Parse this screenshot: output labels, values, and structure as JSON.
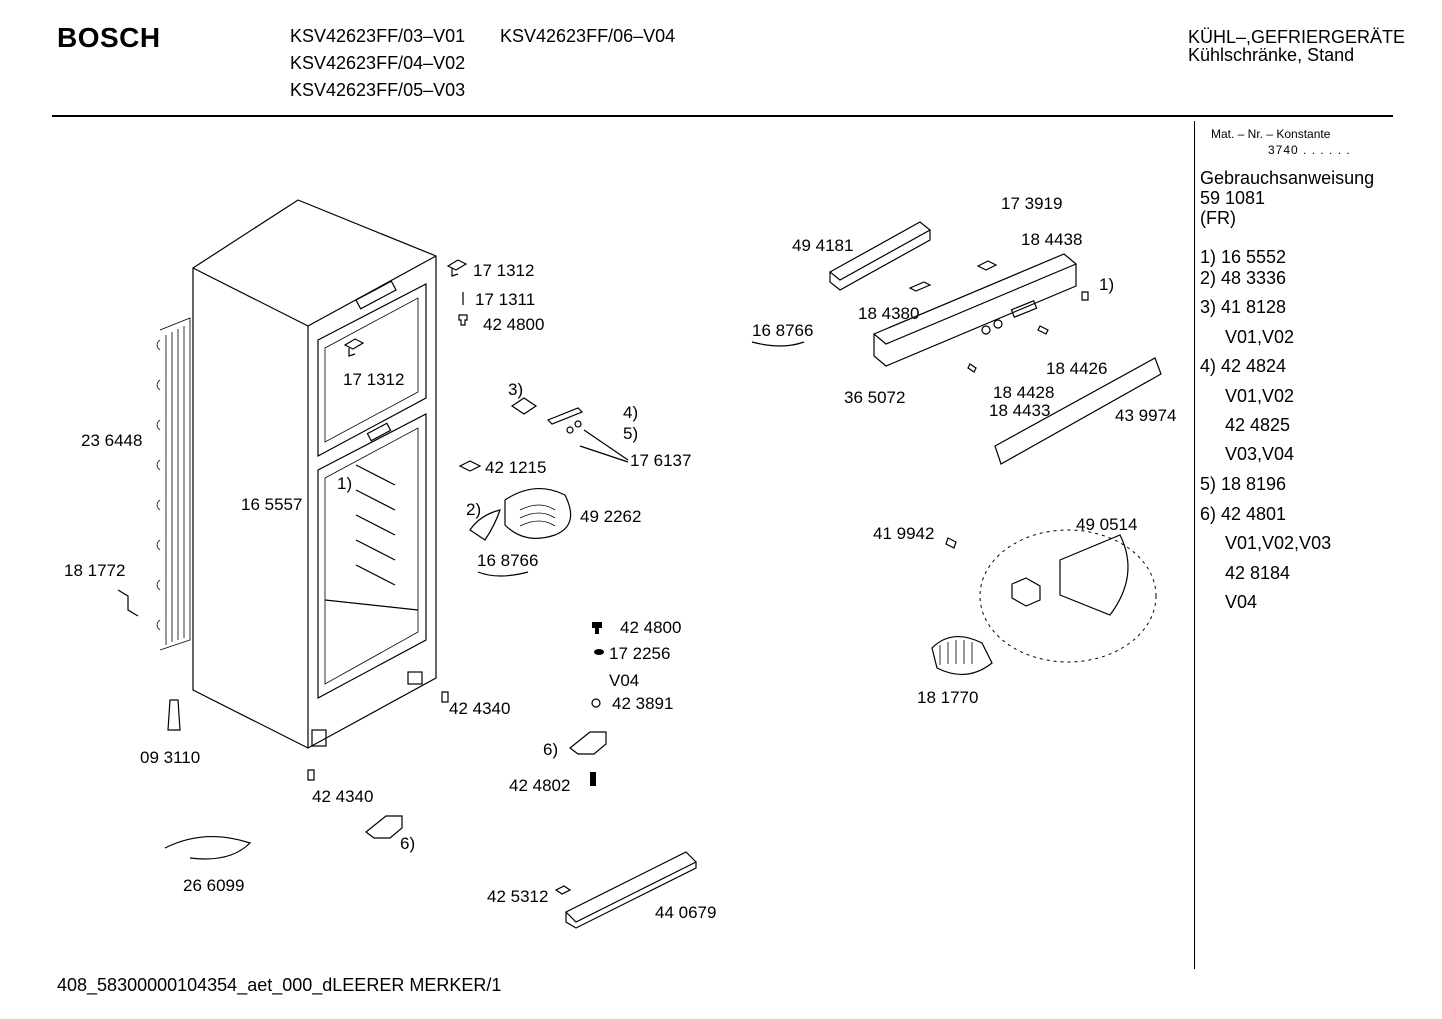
{
  "header": {
    "brand": "BOSCH",
    "models": {
      "m1": "KSV42623FF/03–V01",
      "m2": "KSV42623FF/06–V04",
      "m3": "KSV42623FF/04–V02",
      "m4": "KSV42623FF/05–V03"
    },
    "category_line1": "KÜHL–,GEFRIERGERÄTE",
    "category_line2": "Kühlschränke, Stand"
  },
  "sidebar": {
    "mat_label": "Mat. – Nr. – Konstante",
    "mat_value": "3740 . . . . . .",
    "manual_title": "Gebrauchsanweisung",
    "manual_number": "59 1081",
    "manual_lang": "(FR)",
    "items": [
      "1) 16 5552",
      "2) 48 3336",
      "3) 41 8128",
      "V01,V02",
      "4) 42 4824",
      "V01,V02",
      "42 4825",
      "V03,V04",
      "5) 18 8196",
      "6) 42 4801",
      "V01,V02,V03",
      "42 8184",
      "V04"
    ]
  },
  "callouts": [
    "171312",
    "171311",
    "424800",
    "171312b",
    "236448",
    "165557",
    "one",
    "181772",
    "093110",
    "424340a",
    "424340b",
    "six_a",
    "266099",
    "three",
    "four",
    "five",
    "176137",
    "421215",
    "two",
    "492262",
    "168766a",
    "424800b",
    "172256",
    "v04",
    "423891",
    "six_b",
    "424802",
    "425312",
    "440679",
    "494181",
    "173919",
    "184438",
    "one_b",
    "184380",
    "168766b",
    "365072",
    "184426",
    "184428",
    "184433",
    "439974",
    "419942",
    "490514",
    "181770"
  ],
  "labels": {
    "171312": "17 1312",
    "171311": "17 1311",
    "424800": "42 4800",
    "171312b": "17 1312",
    "236448": "23 6448",
    "165557": "16 5557",
    "one": "1)",
    "181772": "18 1772",
    "093110": "09 3110",
    "424340a": "42 4340",
    "424340b": "42 4340",
    "six_a": "6)",
    "266099": "26 6099",
    "three": "3)",
    "four": "4)",
    "five": "5)",
    "176137": "17 6137",
    "421215": "42 1215",
    "two": "2)",
    "492262": "49 2262",
    "168766a": "16 8766",
    "424800b": "42 4800",
    "172256": "17 2256",
    "v04": "V04",
    "423891": "42 3891",
    "six_b": "6)",
    "424802": "42 4802",
    "425312": "42 5312",
    "440679": "44 0679",
    "494181": "49 4181",
    "173919": "17 3919",
    "184438": "18 4438",
    "one_b": "1)",
    "184380": "18 4380",
    "168766b": "16 8766",
    "365072": "36 5072",
    "184426": "18 4426",
    "184428": "18 4428",
    "184433": "18 4433",
    "439974": "43 9974",
    "419942": "41 9942",
    "490514": "49 0514",
    "181770": "18 1770"
  },
  "footer": "408_58300000104354_aet_000_dLEERER MERKER/1"
}
